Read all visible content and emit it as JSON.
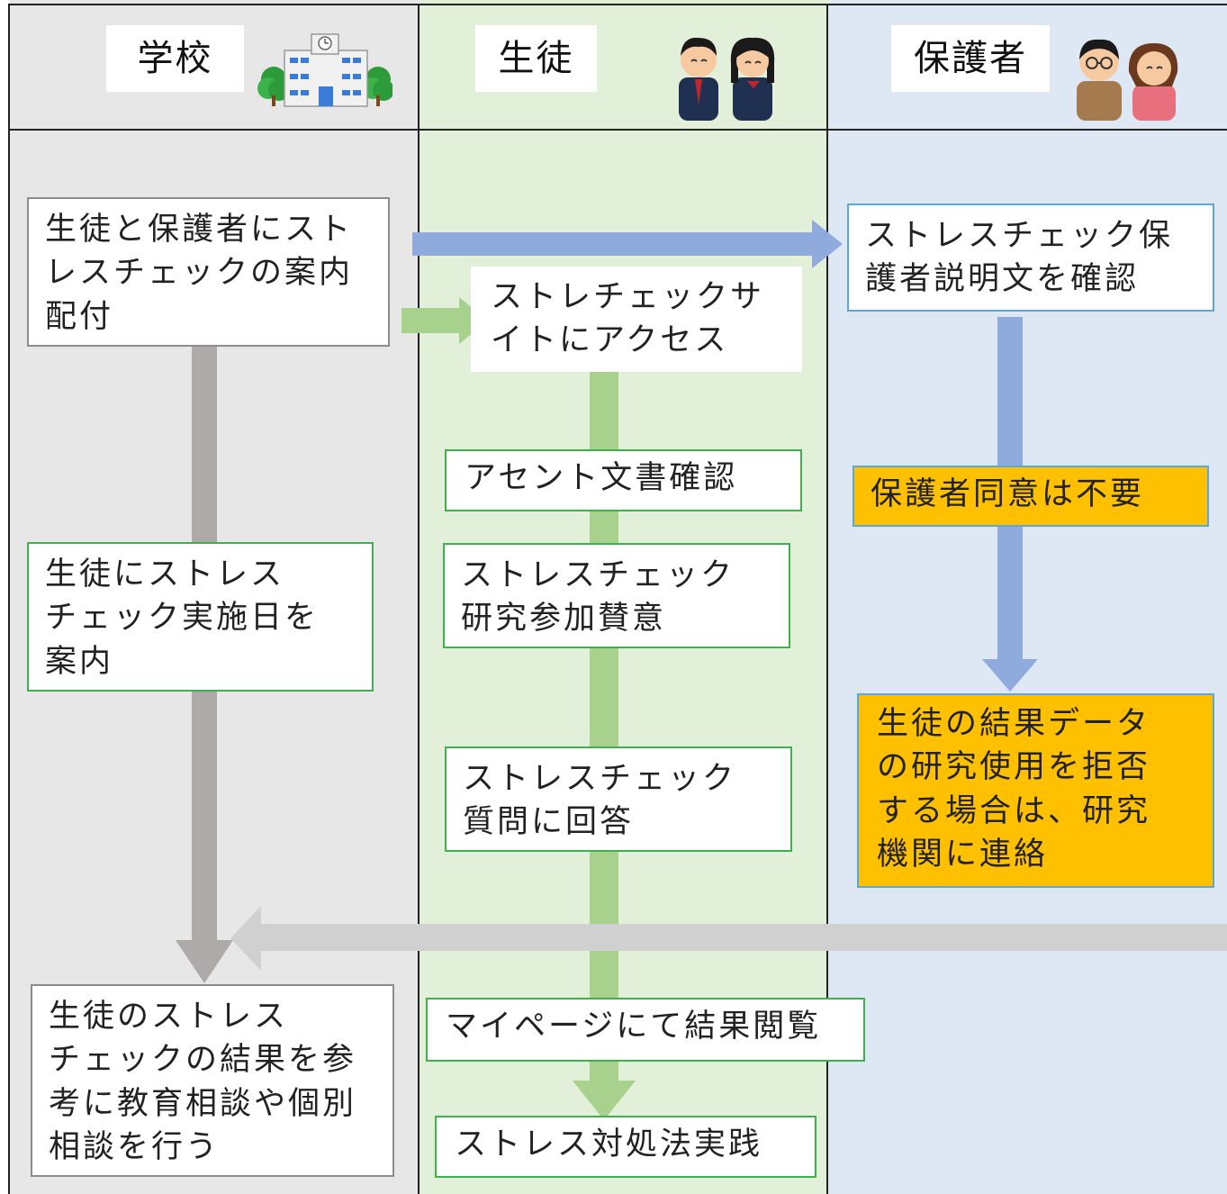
{
  "lanes": {
    "school": {
      "label": "学校"
    },
    "student": {
      "label": "生徒"
    },
    "parent": {
      "label": "保護者"
    }
  },
  "boxes": {
    "school_distribute": "生徒と保護者にスト\nレスチェックの案内\n配付",
    "school_notify_date": "生徒にストレス\nチェック実施日を\n案内",
    "school_consult": "生徒のストレス\nチェックの結果を参\n考に教育相談や個別\n相談を行う",
    "student_access": "ストレチェックサ\nイトにアクセス",
    "student_assent": "アセント文書確認",
    "student_consent": "ストレスチェック\n研究参加賛意",
    "student_answer": "ストレスチェック\n質問に回答",
    "student_mypage": "マイページにて結果閲覧",
    "student_practice": "ストレス対処法実践",
    "parent_confirm": "ストレスチェック保\n護者説明文を確認",
    "parent_no_consent": "保護者同意は不要",
    "parent_refuse": "生徒の結果データ\nの研究使用を拒否\nする場合は、研究\n機関に連絡"
  },
  "colors": {
    "school_lane": "#e7e7e7",
    "student_lane": "#e2efd9",
    "parent_lane": "#dde8f4",
    "gray_arrow": "#aeaaaa",
    "green_arrow": "#a9d18e",
    "blue_arrow": "#8faadc",
    "light_arrow": "#d0d0d0",
    "orange_box": "#ffc000"
  },
  "icons": [
    "school-building-icon",
    "students-icon",
    "parents-icon"
  ]
}
